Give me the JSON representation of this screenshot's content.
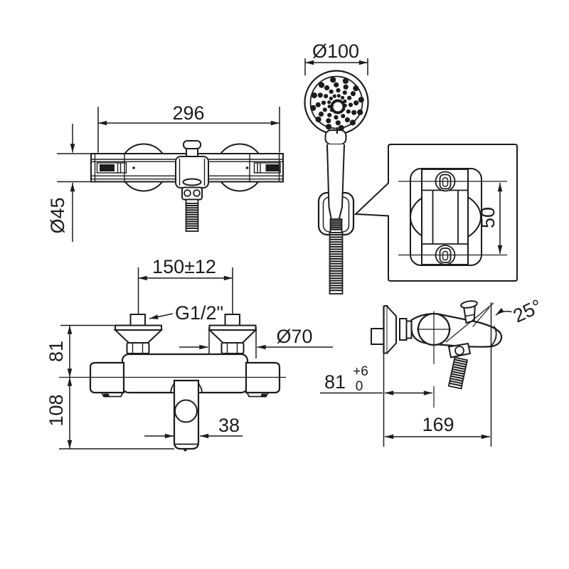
{
  "colors": {
    "ink": "#1c1c1c",
    "paper": "#ffffff"
  },
  "views": {
    "top": {
      "width": "296",
      "bar_diameter": "Ø45"
    },
    "shower": {
      "head_diameter": "Ø100"
    },
    "bracket_detail": {
      "hole_spacing": "50"
    },
    "front": {
      "inlet_centers": "150±12",
      "thread": "G1/2\"",
      "rosette_diameter": "Ø70",
      "upper_height": "81",
      "lower_height": "108",
      "spout_width": "38"
    },
    "side": {
      "spout_angle": "25°",
      "depth": "81",
      "tolerance_plus": "+6",
      "tolerance_minus": "0",
      "reach": "169"
    }
  }
}
